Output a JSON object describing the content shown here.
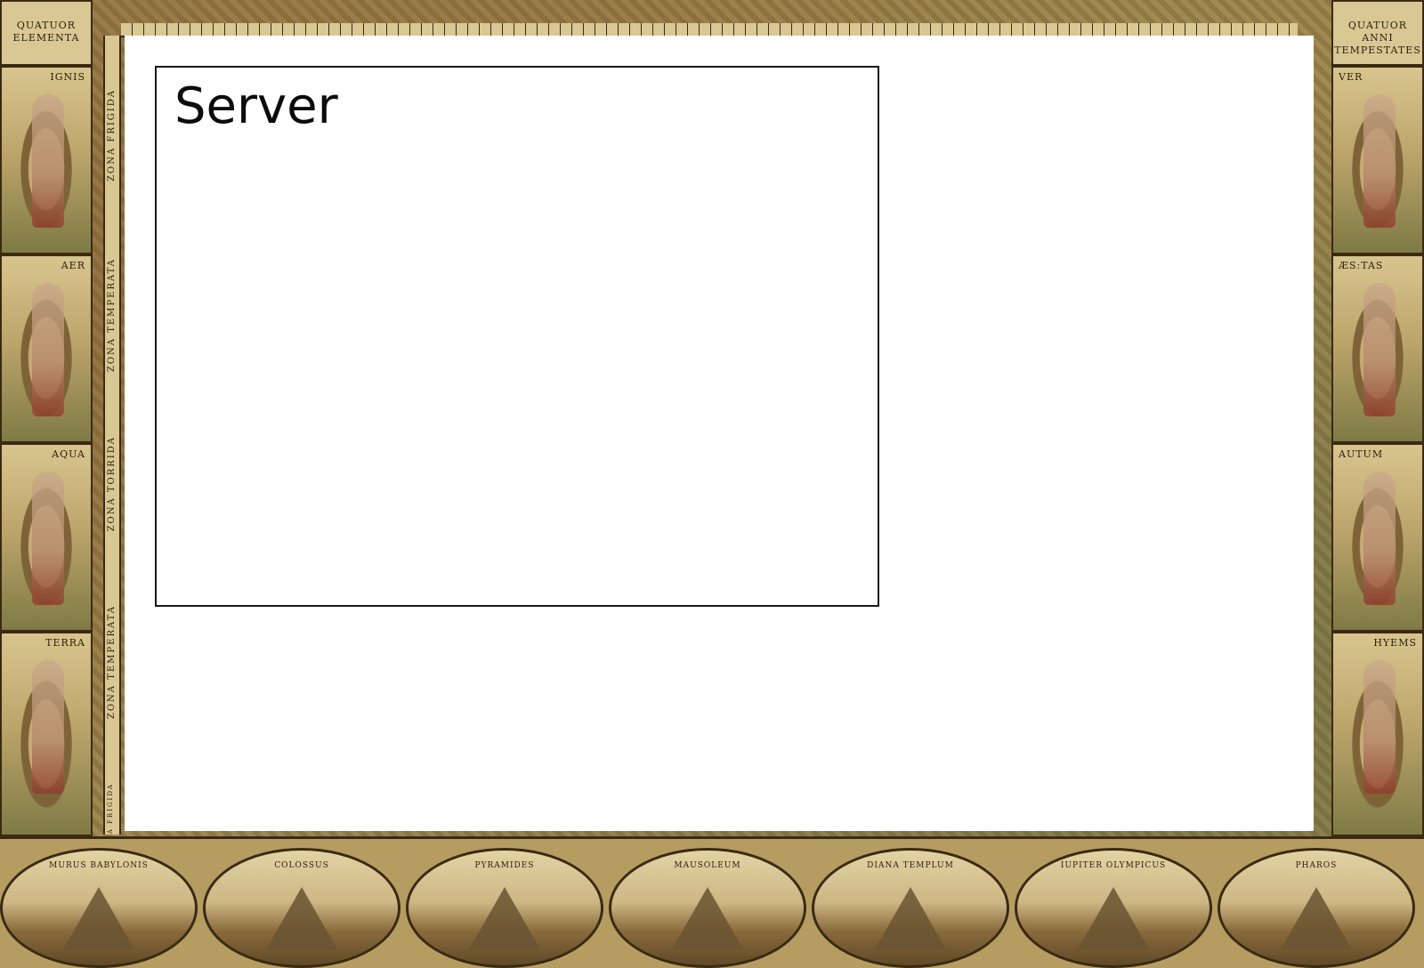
{
  "server_box": {
    "title": "Server"
  },
  "frame": {
    "top_left_caption": "QUATUOR ELEMENTA",
    "top_right_caption": "QUATUOR ANNI TEMPESTATES",
    "left_panels": [
      "IGNIS",
      "AER",
      "AQUA",
      "TERRA"
    ],
    "right_panels": [
      "VER",
      "ÆS:TAS",
      "AUTUM",
      "HYEMS"
    ],
    "zones": [
      "ZONA FRIGIDA",
      "ZONA TEMPERATA",
      "ZONA TORRIDA",
      "ZONA TEMPERATA",
      "ZONA FRIGIDA"
    ],
    "medallions": [
      "MURUS BABYLONIS",
      "COLOSSUS",
      "PYRAMIDES",
      "MAUSOLEUM",
      "DIANA TEMPLUM",
      "IUPITER OLYMPICUS",
      "PHAROS"
    ]
  }
}
